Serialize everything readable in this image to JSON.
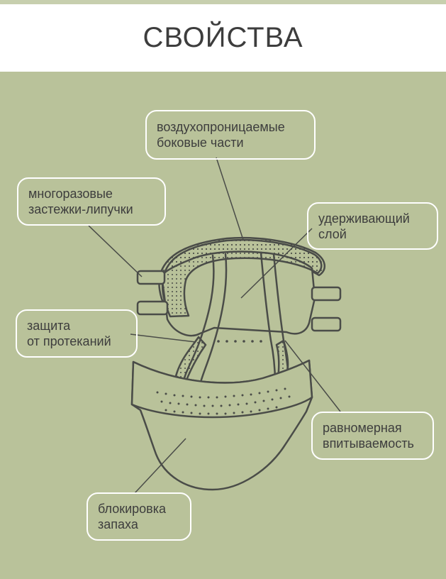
{
  "header": {
    "title": "СВОЙСТВА"
  },
  "callouts": {
    "breathable": {
      "line1": "воздухопроницаемые",
      "line2": "боковые части"
    },
    "fasteners": {
      "line1": "многоразовые",
      "line2": "застежки-липучки"
    },
    "retaining": {
      "line1": "удерживающий",
      "line2": "слой"
    },
    "leak": {
      "line1": "защита",
      "line2": "от протеканий"
    },
    "absorb": {
      "line1": "равномерная",
      "line2": "впитываемость"
    },
    "odor": {
      "line1": "блокировка",
      "line2": "запаха"
    }
  },
  "colors": {
    "background": "#b9c29a",
    "header_bg": "#ffffff",
    "stroke": "#4a4c48",
    "callout_border": "#ffffff",
    "text": "#3d3d3d"
  }
}
